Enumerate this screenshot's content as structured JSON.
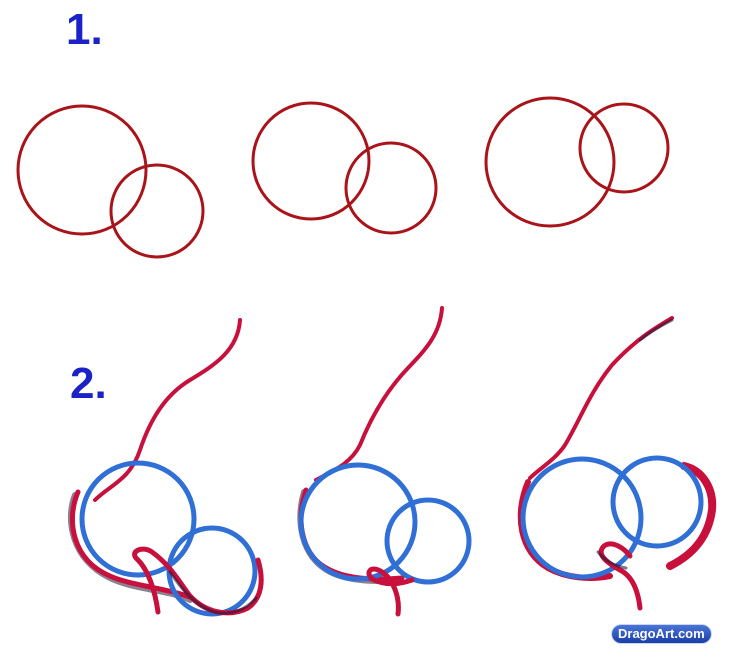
{
  "steps": {
    "step1_label": "1.",
    "step2_label": "2."
  },
  "watermark": {
    "text": "DragoArt.com"
  },
  "colors": {
    "step_label": "#1b22c8",
    "guide_circle_red": "#a8141a",
    "nose_outline_red": "#c8103c",
    "nose_circle_blue": "#2f6fd6",
    "shadow_dark": "#2a1a3a"
  }
}
